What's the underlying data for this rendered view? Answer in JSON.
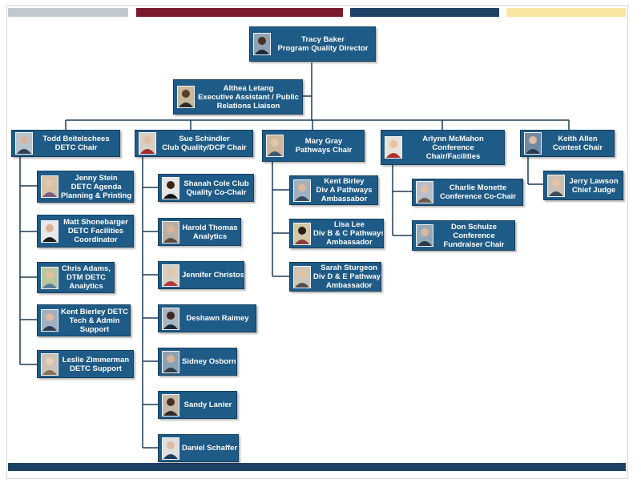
{
  "header_bar_colors": [
    "#c2cacf",
    "#7b1a2e",
    "#1e4265",
    "#f7e7a1"
  ],
  "footer_bar_color": "#1e4265",
  "box_color": "#1f5b87",
  "director": {
    "line1": "Tracy Baker",
    "line2": "Program Quality Director"
  },
  "assistant": {
    "line1": "Althea Letang",
    "line2": "Executive Assistant / Public",
    "line3": "Relations Liaison"
  },
  "chairs": {
    "todd": {
      "line1": "Todd Beitelschees",
      "line2": "DETC Chair"
    },
    "sue": {
      "line1": "Sue Schindler",
      "line2": "Club Quality/DCP Chair"
    },
    "mary": {
      "line1": "Mary Gray",
      "line2": "Pathways Chair"
    },
    "arlynn": {
      "line1": "Arlynn McMahon",
      "line2": "Conference",
      "line3": "Chair/Facilities"
    },
    "keith": {
      "line1": "Keith Allen",
      "line2": "Contest Chair"
    }
  },
  "detc_team": [
    {
      "line1": "Jenny Stein",
      "line2": "DETC Agenda",
      "line3": "Planning & Printing"
    },
    {
      "line1": "Matt Shonebarger",
      "line2": "DETC Facilities",
      "line3": "Coordinator"
    },
    {
      "line1": "Chris Adams,",
      "line2": "DTM DETC",
      "line3": "Analytics"
    },
    {
      "line1": "Kent Bierley DETC",
      "line2": "Tech & Admin",
      "line3": "Support"
    },
    {
      "line1": "Leslie Zimmerman",
      "line2": "DETC Support"
    }
  ],
  "club_quality_team": [
    {
      "line1": "Shanah Cole Club",
      "line2": "Quality Co-Chair"
    },
    {
      "line1": "Harold Thomas",
      "line2": "Analytics"
    },
    {
      "line1": "Jennifer Christos"
    },
    {
      "line1": "Deshawn Raimey"
    },
    {
      "line1": "Sidney Osborn"
    },
    {
      "line1": "Sandy Lanier"
    },
    {
      "line1": "Daniel Schaffer"
    }
  ],
  "pathways_team": [
    {
      "line1": "Kent Birley",
      "line2": "Div A Pathways",
      "line3": "Ambassabor"
    },
    {
      "line1": "Lisa Lee",
      "line2": "Div B & C Pathways",
      "line3": "Ambassador"
    },
    {
      "line1": "Sarah Sturgeon",
      "line2": "Div D & E Pathways",
      "line3": "Ambassador"
    }
  ],
  "conference_team": [
    {
      "line1": "Charlie Monette",
      "line2": "Conference Co-Chair"
    },
    {
      "line1": "Don Schulze",
      "line2": "Conference",
      "line3": "Fundraiser Chair"
    }
  ],
  "contest_team": [
    {
      "line1": "Jerry Lawson",
      "line2": "Chief Judge"
    }
  ]
}
